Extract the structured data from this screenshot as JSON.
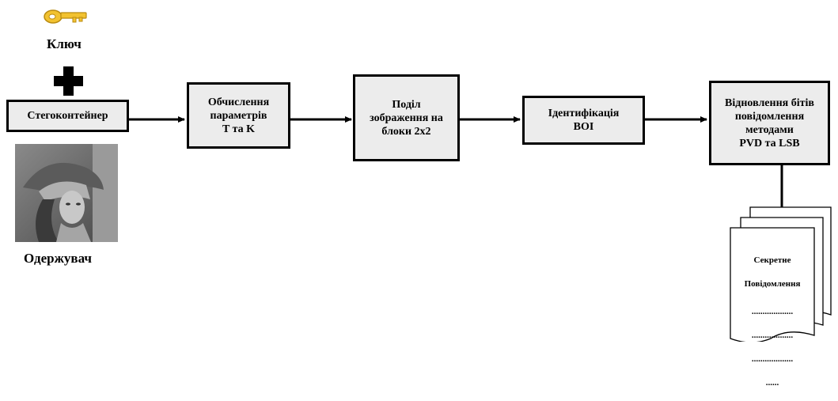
{
  "key_label": "Ключ",
  "receiver_label": "Одержувач",
  "steps": [
    "Стегоконтейнер",
    "Обчислення\nпараметрів\nT та K",
    "Поділ\nзображення на\nблоки 2х2",
    "Ідентифікація\nBOI",
    "Відновлення бітів\nповідомлення\nметодами\nPVD та LSB"
  ],
  "document": {
    "title_line1": "Секретне",
    "title_line2": "Повідомлення",
    "dots": [
      "...................",
      "...................",
      "...................",
      "......"
    ]
  }
}
